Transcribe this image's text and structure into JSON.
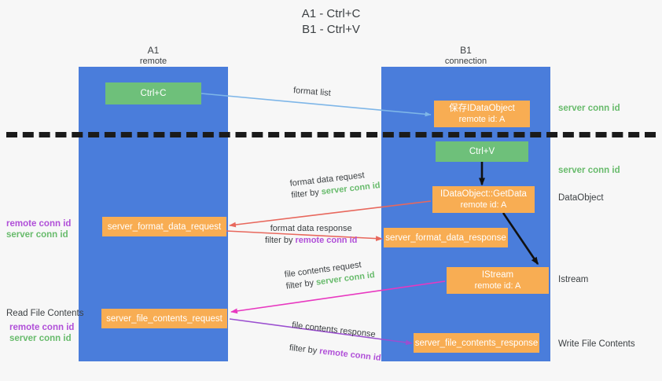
{
  "title": {
    "line1": "A1 - Ctrl+C",
    "line2": "B1 - Ctrl+V"
  },
  "lanes": [
    {
      "id": "a1",
      "title": "A1",
      "subtitle": "remote"
    },
    {
      "id": "b1",
      "title": "B1",
      "subtitle": "connection"
    }
  ],
  "nodes": {
    "ctrl_c": {
      "line1": "Ctrl+C",
      "line2": ""
    },
    "save_idataobject": {
      "line1": "保存IDataObject",
      "line2": "remote id: A"
    },
    "ctrl_v": {
      "line1": "Ctrl+V",
      "line2": ""
    },
    "getdata": {
      "line1": "IDataObject::GetData",
      "line2": "remote id: A"
    },
    "fmt_req": {
      "line1": "server_format_data_request",
      "line2": ""
    },
    "fmt_resp": {
      "line1": "server_format_data_response",
      "line2": ""
    },
    "istream": {
      "line1": "IStream",
      "line2": "remote id: A"
    },
    "file_req": {
      "line1": "server_file_contents_request",
      "line2": ""
    },
    "file_resp": {
      "line1": "server_file_contents_response",
      "line2": ""
    }
  },
  "edge_labels": {
    "format_list": "format list",
    "fmt_data_request": "format data request",
    "fmt_data_request_filter_prefix": "filter by ",
    "fmt_data_request_filter_key": "server conn id",
    "fmt_data_response": "format data response",
    "fmt_data_response_filter_prefix": "filter by ",
    "fmt_data_response_filter_key": "remote conn id",
    "file_contents_request": "file contents request",
    "file_contents_request_filter_prefix": "filter by ",
    "file_contents_request_filter_key": "server conn id",
    "file_contents_response": "file contents response",
    "file_contents_response_filter_prefix": "filter by ",
    "file_contents_response_filter_key": "remote conn id"
  },
  "annotations": {
    "right_server_conn_1": "server conn id",
    "right_server_conn_2": "server conn id",
    "right_dataobject": "DataObject",
    "right_istream": "Istream",
    "right_write_file": "Write File Contents",
    "left_read_file": "Read File Contents",
    "left_remote_conn_1": "remote conn id",
    "left_server_conn_1": "server conn id",
    "left_remote_conn_2": "remote conn id",
    "left_server_conn_2": "server conn id"
  },
  "colors": {
    "lane": "#4a7ddb",
    "green_node": "#6ec07a",
    "orange_node": "#f8ad53",
    "accent_green": "#68bb6c",
    "accent_purple": "#b04fd8",
    "arrow_blue": "#7eb6e8",
    "arrow_red": "#e8685d",
    "arrow_magenta": "#e838c0",
    "arrow_purple": "#9b4fd0",
    "arrow_black": "#111111",
    "background": "#f7f7f7"
  }
}
